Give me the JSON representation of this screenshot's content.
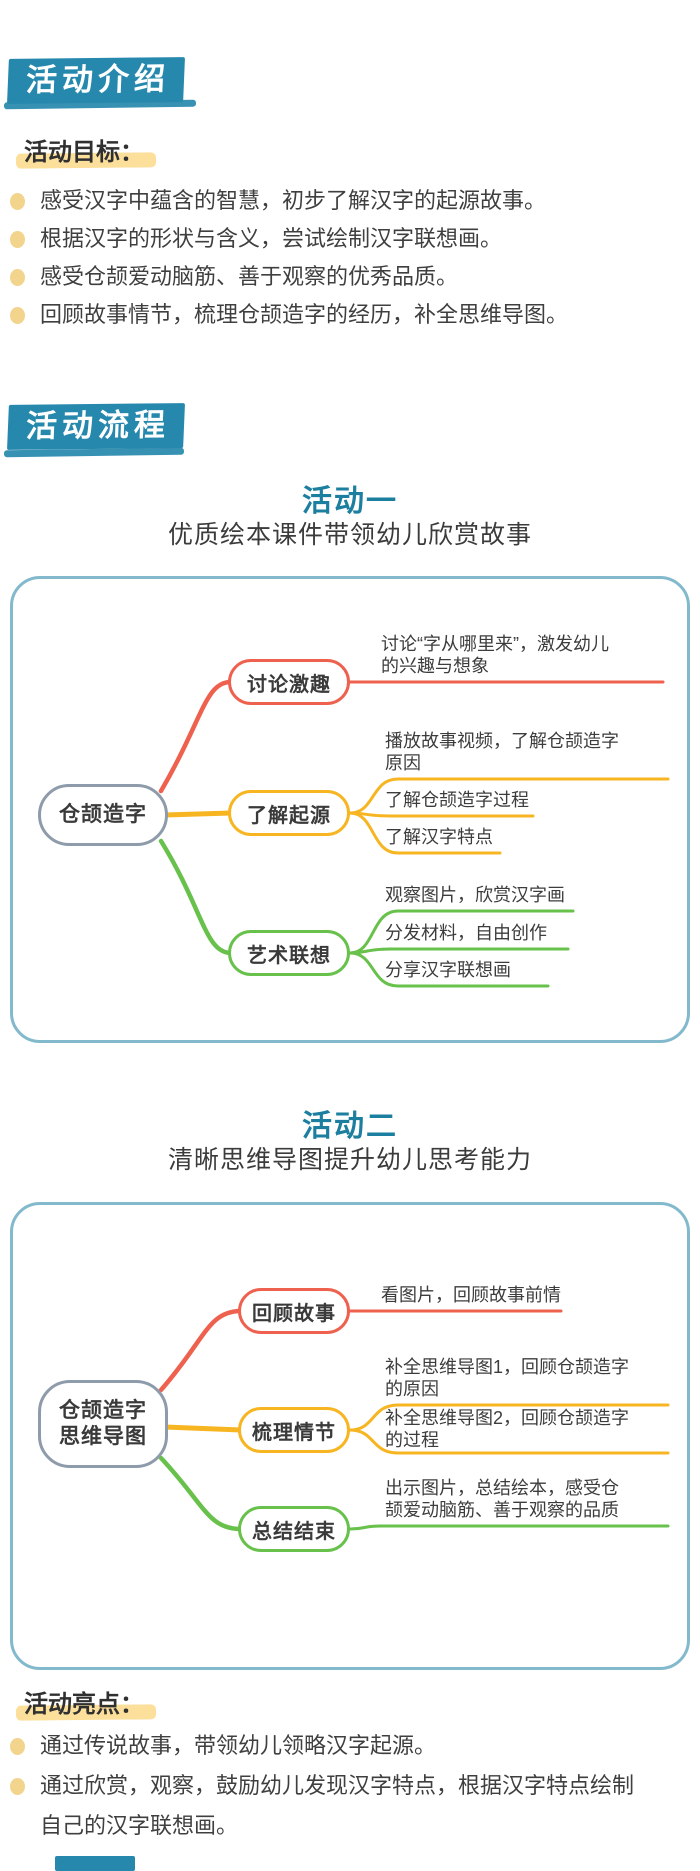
{
  "colors": {
    "teal": "#2688ad",
    "teal-dark": "#1d7f9f",
    "highlight-yellow": "#fbdf9b",
    "bullet-yellow": "#f3d48d",
    "text-dark": "#3d3d3d",
    "branch-red": "#ee614e",
    "branch-yellow": "#f6b521",
    "branch-green": "#67c14b",
    "root-gray": "#8e9bab",
    "frame-blue": "#82b9cc"
  },
  "badges": {
    "intro": "活动介绍",
    "process": "活动流程"
  },
  "goals": {
    "heading": "活动目标：",
    "items": [
      "感受汉字中蕴含的智慧，初步了解汉字的起源故事。",
      "根据汉字的形状与含义，尝试绘制汉字联想画。",
      "感受仓颉爱动脑筋、善于观察的优秀品质。",
      "回顾故事情节，梳理仓颉造字的经历，补全思维导图。"
    ]
  },
  "activity1": {
    "title": "活动一",
    "subtitle": "优质绘本课件带领幼儿欣赏故事",
    "mindmap": {
      "root": "仓颉造字",
      "branches": [
        {
          "label": "讨论激趣",
          "items": [
            "讨论“字从哪里来”，激发幼儿的兴趣与想象"
          ]
        },
        {
          "label": "了解起源",
          "items": [
            "播放故事视频，了解仓颉造字原因",
            "了解仓颉造字过程",
            "了解汉字特点"
          ]
        },
        {
          "label": "艺术联想",
          "items": [
            "观察图片，欣赏汉字画",
            "分发材料，自由创作",
            "分享汉字联想画"
          ]
        }
      ]
    }
  },
  "activity2": {
    "title": "活动二",
    "subtitle": "清晰思维导图提升幼儿思考能力",
    "mindmap": {
      "root_line1": "仓颉造字",
      "root_line2": "思维导图",
      "branches": [
        {
          "label": "回顾故事",
          "items": [
            "看图片，回顾故事前情"
          ]
        },
        {
          "label": "梳理情节",
          "items": [
            "补全思维导图1，回顾仓颉造字的原因",
            "补全思维导图2，回顾仓颉造字的过程"
          ]
        },
        {
          "label": "总结结束",
          "items": [
            "出示图片，总结绘本，感受仓颉爱动脑筋、善于观察的品质"
          ]
        }
      ]
    }
  },
  "highlights": {
    "heading": "活动亮点：",
    "items": [
      "通过传说故事，带领幼儿领略汉字起源。",
      "通过欣赏，观察，鼓励幼儿发现汉字特点，根据汉字特点绘制自己的汉字联想画。"
    ]
  }
}
